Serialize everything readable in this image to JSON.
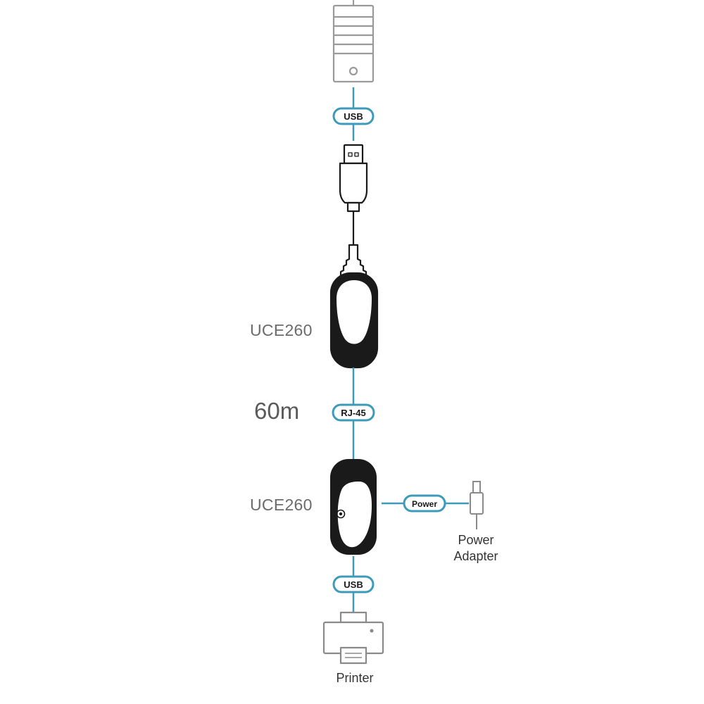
{
  "top_device": {
    "name": "computer-tower-icon"
  },
  "connectors": {
    "usb_top": "USB",
    "rj45": "RJ-45",
    "power": "Power",
    "usb_bottom": "USB"
  },
  "units": {
    "local": "UCE260",
    "remote": "UCE260"
  },
  "distance": "60m",
  "power_adapter": {
    "line1": "Power",
    "line2": "Adapter"
  },
  "printer": {
    "label": "Printer"
  },
  "colors": {
    "cable": "#3d9ab8",
    "device_dark": "#1a1a1a",
    "device_gray": "#9a9a9a"
  }
}
